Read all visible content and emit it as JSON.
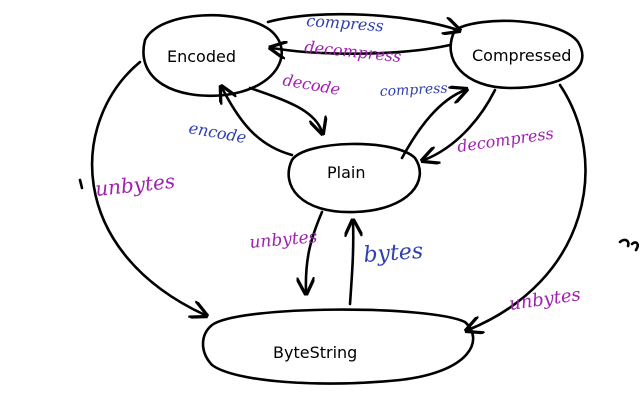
{
  "colors": {
    "ink": "#000000",
    "blue": "#2f3fb0",
    "purple": "#a020b0",
    "background": "#ffffff"
  },
  "nodes": {
    "encoded": "Encoded",
    "compressed": "Compressed",
    "plain": "Plain",
    "bytestring": "ByteString"
  },
  "edges": {
    "compress_top": "compress",
    "decompress_top": "decompress",
    "decode": "decode",
    "encode": "encode",
    "compress_plain": "compress",
    "decompress_plain": "decompress",
    "unbytes_left": "unbytes",
    "unbytes_center": "unbytes",
    "bytes": "bytes",
    "unbytes_right": "unbytes"
  }
}
